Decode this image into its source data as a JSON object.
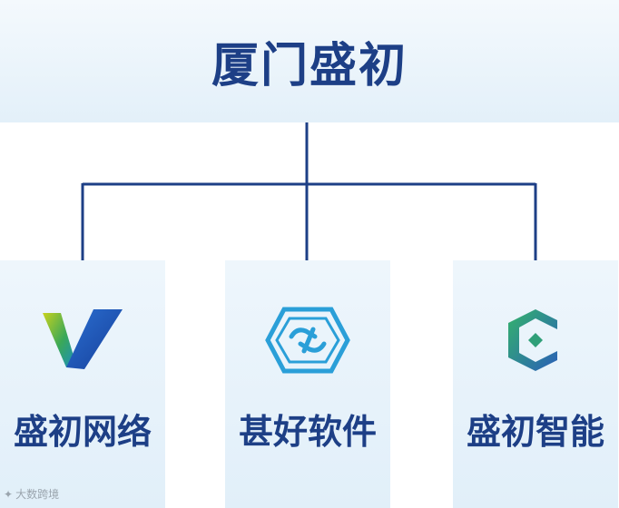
{
  "parent": {
    "title": "厦门盛初"
  },
  "children": [
    {
      "label": "盛初网络",
      "icon": "v-logo-icon"
    },
    {
      "label": "甚好软件",
      "icon": "hexagon-logo-icon"
    },
    {
      "label": "盛初智能",
      "icon": "c-logo-icon"
    }
  ],
  "colors": {
    "line": "#1d3f86",
    "text": "#1d3f86",
    "box_bg": "#e3f0f9"
  },
  "watermark": {
    "text": "大数跨境"
  }
}
